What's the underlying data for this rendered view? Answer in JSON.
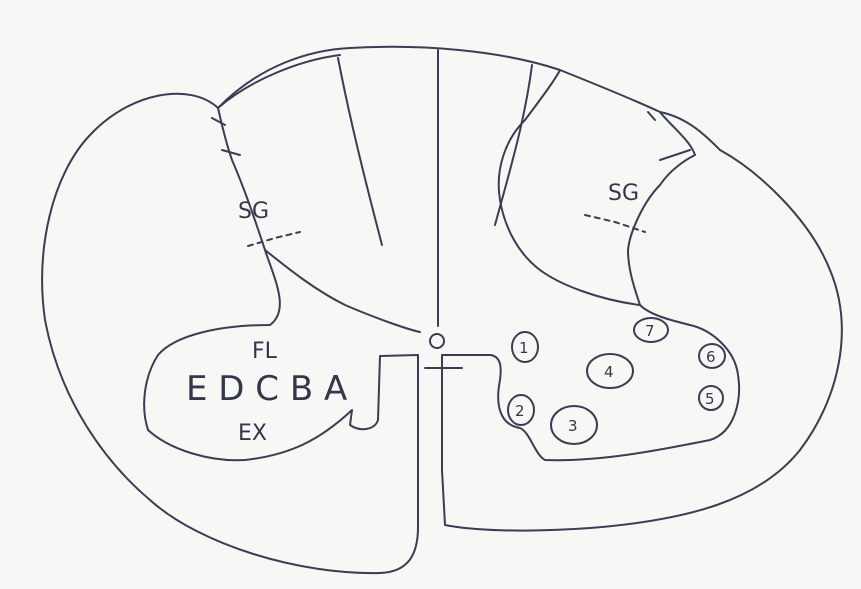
{
  "labels": {
    "sg_left": "SG",
    "sg_right": "SG",
    "fl": "FL",
    "columns": "E D C B A",
    "ex": "EX"
  },
  "nuclei": [
    "1",
    "2",
    "3",
    "4",
    "5",
    "6",
    "7"
  ],
  "colors": {
    "ink": "#3a3e52",
    "paper": "#f7f7f6"
  }
}
